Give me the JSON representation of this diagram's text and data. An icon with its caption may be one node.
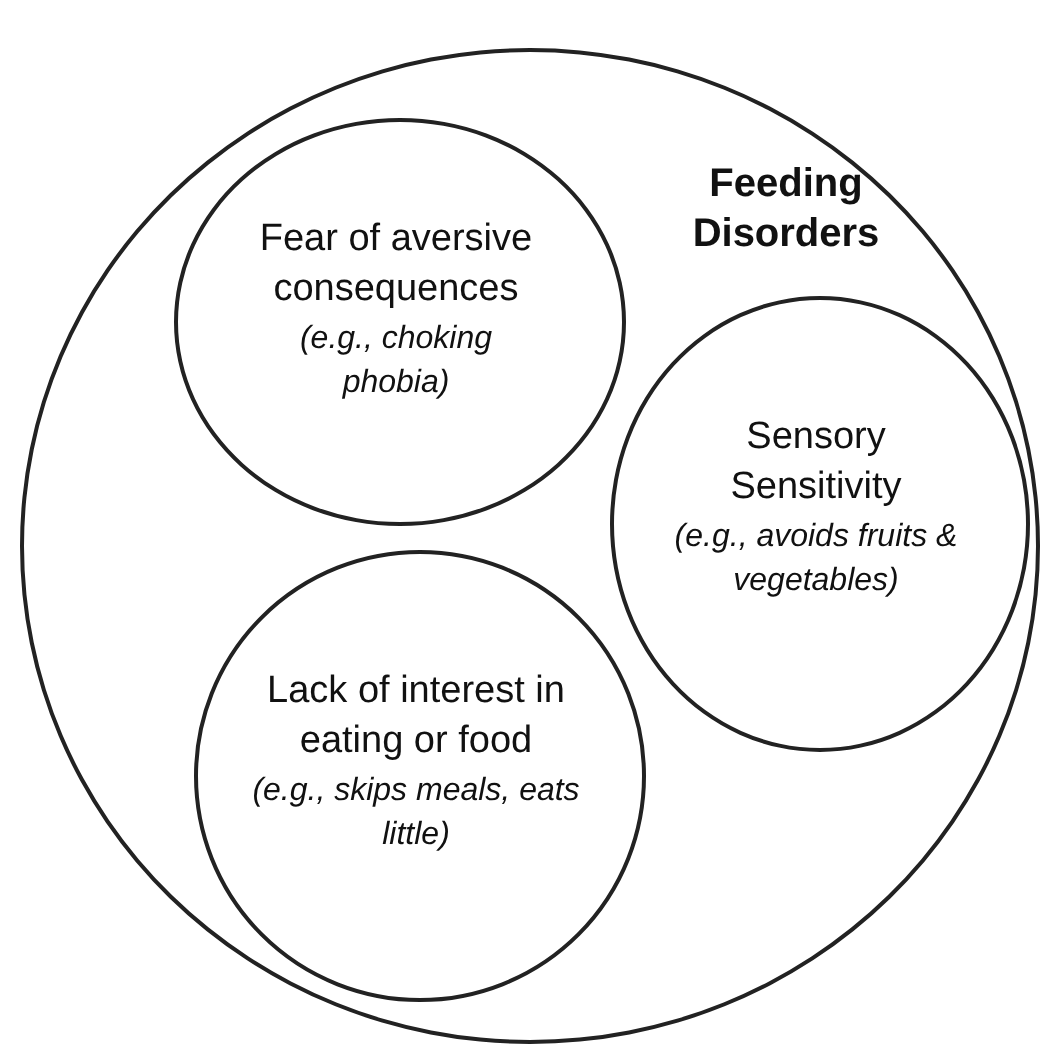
{
  "diagram": {
    "nodes": [
      {
        "text": [
          "Feeding Disorders"
        ]
      },
      {
        "text": [
          "Fear of aversive consequences",
          "(e.g., choking phobia)"
        ],
        "in": 0
      },
      {
        "text": [
          "Sensory Sensitivity",
          "(e.g., avoids fruits & vegetables)"
        ],
        "in": 0
      },
      {
        "text": [
          "Lack of interest in eating or food",
          "(e.g., skips meals, eats little)"
        ],
        "in": 0
      }
    ]
  }
}
